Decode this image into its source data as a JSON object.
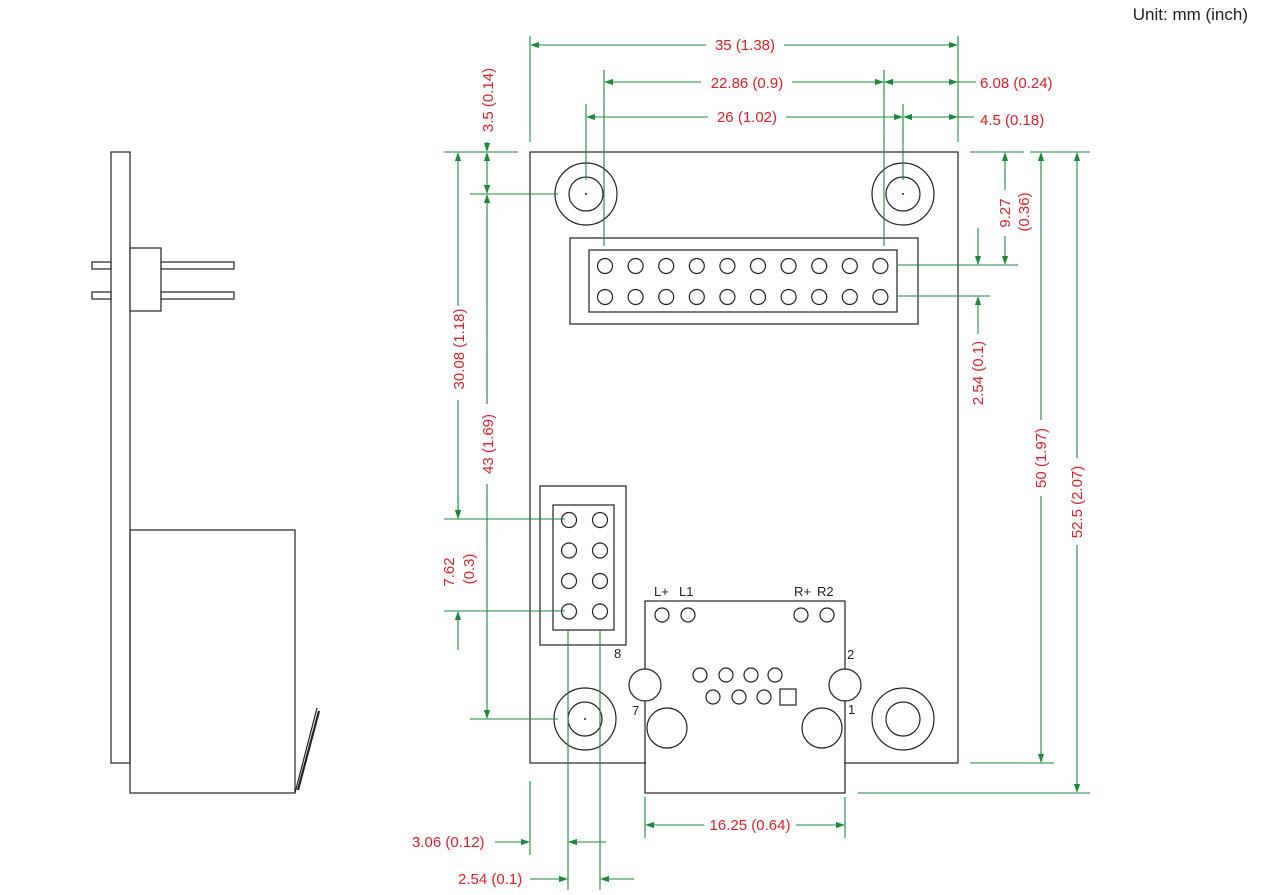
{
  "unit_label": "Unit: mm (inch)",
  "dimensions": {
    "overall_width": "35 (1.38)",
    "header_span": "22.86 (0.9)",
    "right_offset_header": "6.08 (0.24)",
    "hole_span": "26 (1.02)",
    "right_offset_hole": "4.5 (0.18)",
    "top_offset_hole": "3.5 (0.14)",
    "header_from_top_mm": "9.27",
    "header_from_top_in": "(0.36)",
    "header_pitch": "2.54 (0.1)",
    "header_to_small_header": "30.08 (1.18)",
    "hole_to_hole_vertical": "43 (1.69)",
    "board_height": "50 (1.97)",
    "total_height": "52.5 (2.07)",
    "small_header_span_mm": "7.62",
    "small_header_span_in": "(0.3)",
    "jack_width": "16.25 (0.64)",
    "bottom_left_offset": "3.06 (0.12)",
    "bottom_pitch": "2.54 (0.1)"
  },
  "labels": {
    "led_left_plus": "L+",
    "led_left_1": "L1",
    "led_right_plus": "R+",
    "led_right_2": "R2",
    "pin_8": "8",
    "pin_7": "7",
    "pin_2": "2",
    "pin_1": "1"
  },
  "colors": {
    "dimension_line": "#1a8a3a",
    "dimension_text": "#d8202a",
    "outline": "#222222"
  }
}
